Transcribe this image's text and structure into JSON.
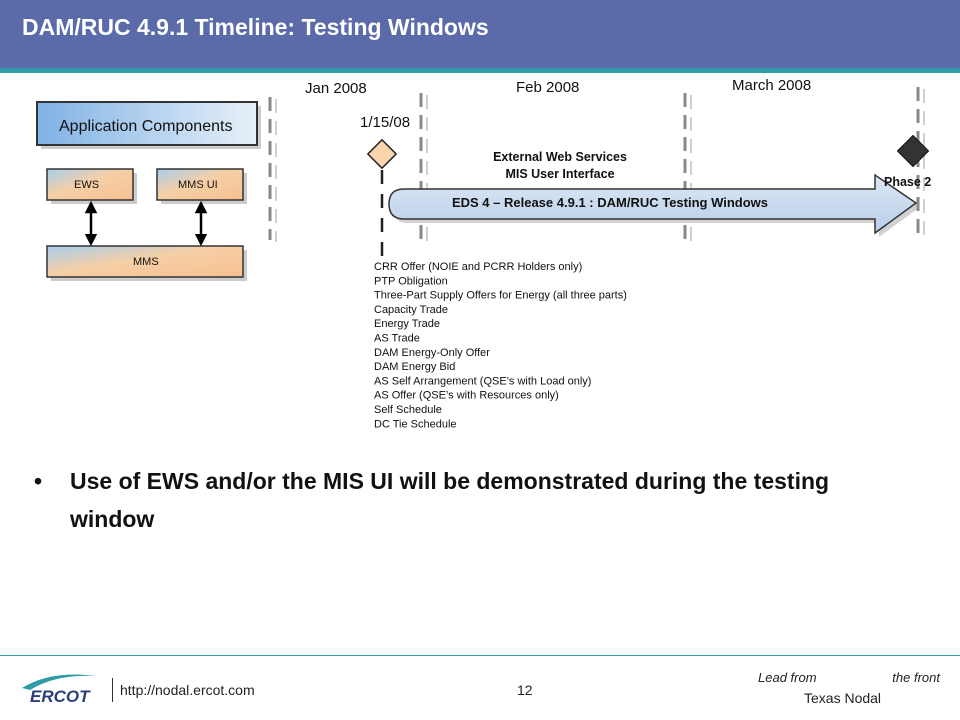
{
  "header": {
    "title": "DAM/RUC 4.9.1 Timeline:  Testing Windows"
  },
  "components": {
    "title": "Application Components",
    "ews": "EWS",
    "mms_ui": "MMS UI",
    "mms": "MMS"
  },
  "timeline": {
    "months": [
      "Jan 2008",
      "Feb 2008",
      "March 2008"
    ],
    "milestone_date": "1/15/08",
    "interface_line1": "External Web Services",
    "interface_line2": "MIS User Interface",
    "arrow_label": "EDS 4 – Release 4.9.1 : DAM/RUC Testing Windows",
    "phase": "Phase 2",
    "test_items": [
      "CRR Offer (NOIE and PCRR Holders only)",
      "PTP Obligation",
      "Three-Part Supply Offers for Energy (all three parts)",
      "Capacity Trade",
      "Energy Trade",
      "AS Trade",
      "DAM Energy-Only Offer",
      "DAM Energy Bid",
      "AS Self Arrangement (QSE’s with Load only)",
      "AS Offer (QSE’s with Resources only)",
      "Self Schedule",
      "DC Tie Schedule"
    ]
  },
  "bullet": {
    "symbol": "•",
    "text": "Use of EWS and/or the MIS UI will be demonstrated during the testing window"
  },
  "footer": {
    "logo_text": "ERCOT",
    "url": "http://nodal.ercot.com",
    "page": "12",
    "lead_a": "Lead from",
    "lead_b": "the front",
    "org": "Texas Nodal"
  },
  "colors": {
    "header": "#5b6aa9",
    "accent": "#2f9ba5",
    "component_box": "#f7c99b",
    "arrow": "#c6d9f1"
  }
}
